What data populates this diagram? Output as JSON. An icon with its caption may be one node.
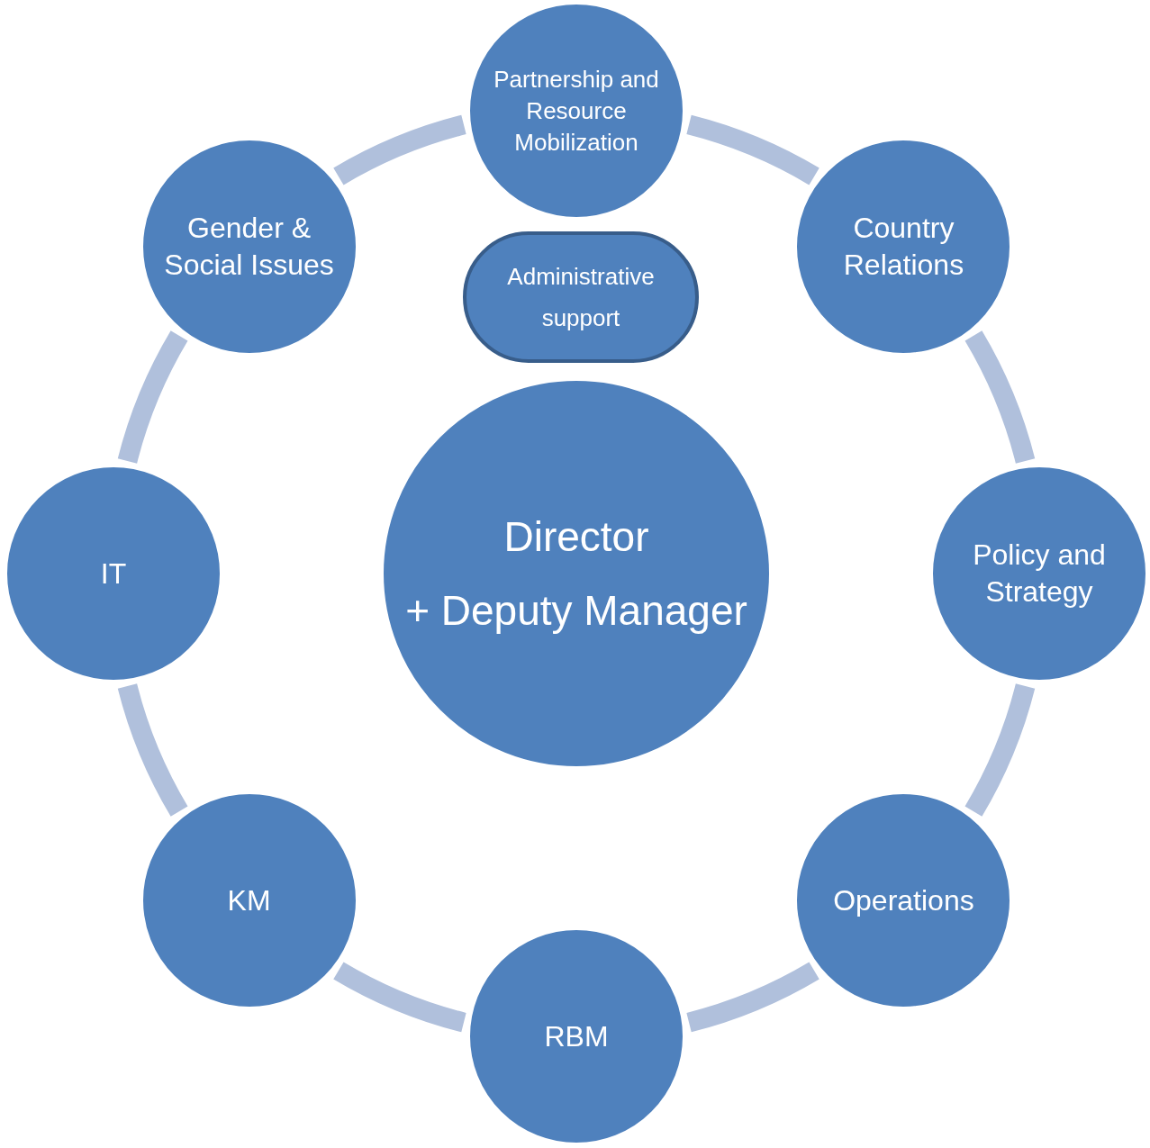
{
  "diagram": {
    "nodes": [
      {
        "text": [
          "Partnership and Resource Mobilization"
        ]
      },
      {
        "text": [
          "Country Relations"
        ]
      },
      {
        "text": [
          "Policy and Strategy"
        ]
      },
      {
        "text": [
          "Operations"
        ]
      },
      {
        "text": [
          "RBM"
        ]
      },
      {
        "text": [
          "KM"
        ]
      },
      {
        "text": [
          "IT"
        ]
      },
      {
        "text": [
          "Gender & Social Issues"
        ]
      },
      {
        "text": [
          "Administrative support"
        ]
      },
      {
        "text": [
          "Director",
          "+ Deputy Manager"
        ]
      }
    ],
    "edges": [
      {
        "from": 0,
        "to": 1,
        "arrow": "none"
      },
      {
        "from": 1,
        "to": 2,
        "arrow": "none"
      },
      {
        "from": 2,
        "to": 3,
        "arrow": "none"
      },
      {
        "from": 3,
        "to": 4,
        "arrow": "none"
      },
      {
        "from": 4,
        "to": 5,
        "arrow": "none"
      },
      {
        "from": 5,
        "to": 6,
        "arrow": "none"
      },
      {
        "from": 6,
        "to": 7,
        "arrow": "none"
      },
      {
        "from": 7,
        "to": 0,
        "arrow": "none"
      }
    ]
  }
}
